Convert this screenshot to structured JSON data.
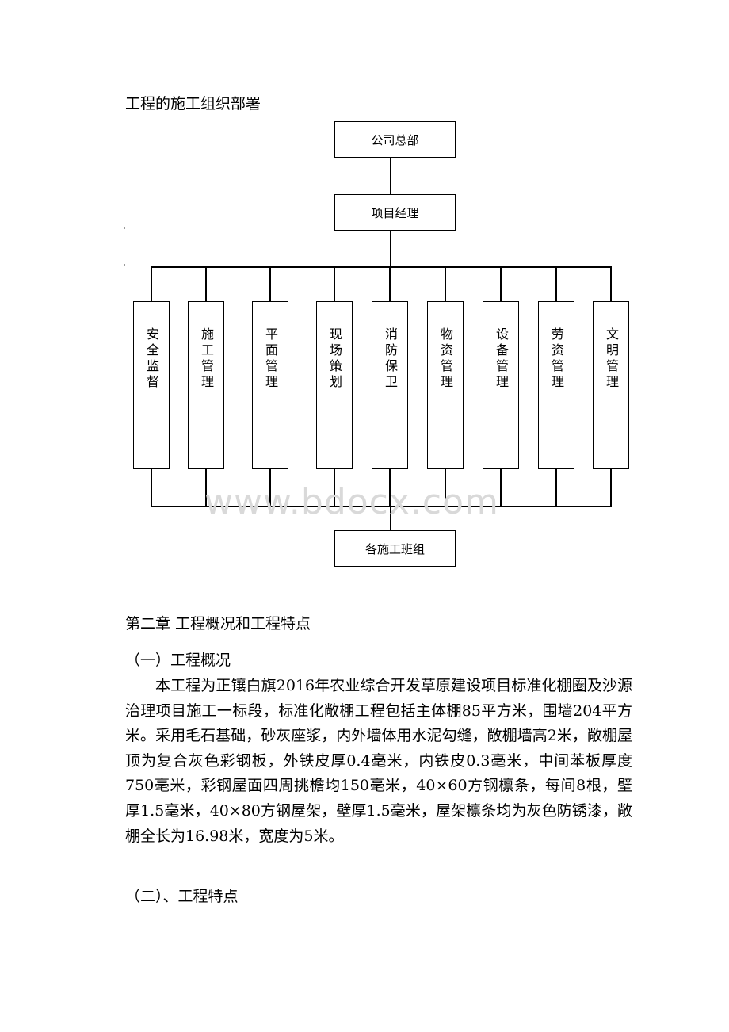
{
  "org_chart": {
    "title": "工程的施工组织部署",
    "top": "公司总部",
    "manager": "项目经理",
    "departments": [
      "安全监督",
      "施工管理",
      "平面管理",
      "现场策划",
      "消防保卫",
      "物资管理",
      "设备管理",
      "劳资管理",
      "文明管理"
    ],
    "bottom": "各施工班组"
  },
  "watermark": "www.bdocx.com",
  "chapter": {
    "heading": "第二章 工程概况和工程特点",
    "section1": "（一）工程概况",
    "paragraph": "本工程为正镶白旗2016年农业综合开发草原建设项目标准化棚圈及沙源治理项目施工一标段，标准化敞棚工程包括主体棚85平方米，围墙204平方米。采用毛石基础，砂灰座浆，内外墙体用水泥勾缝，敞棚墙高2米，敞棚屋顶为复合灰色彩钢板，外铁皮厚0.4毫米，内铁皮0.3毫米，中间苯板厚度750毫米，彩钢屋面四周挑檐均150毫米，40×60方钢檩条，每间8根，壁厚1.5毫米，40×80方钢屋架，壁厚1.5毫米，屋架檩条均为灰色防锈漆，敞棚全长为16.98米，宽度为5米。",
    "section2": "（二）、工程特点"
  }
}
